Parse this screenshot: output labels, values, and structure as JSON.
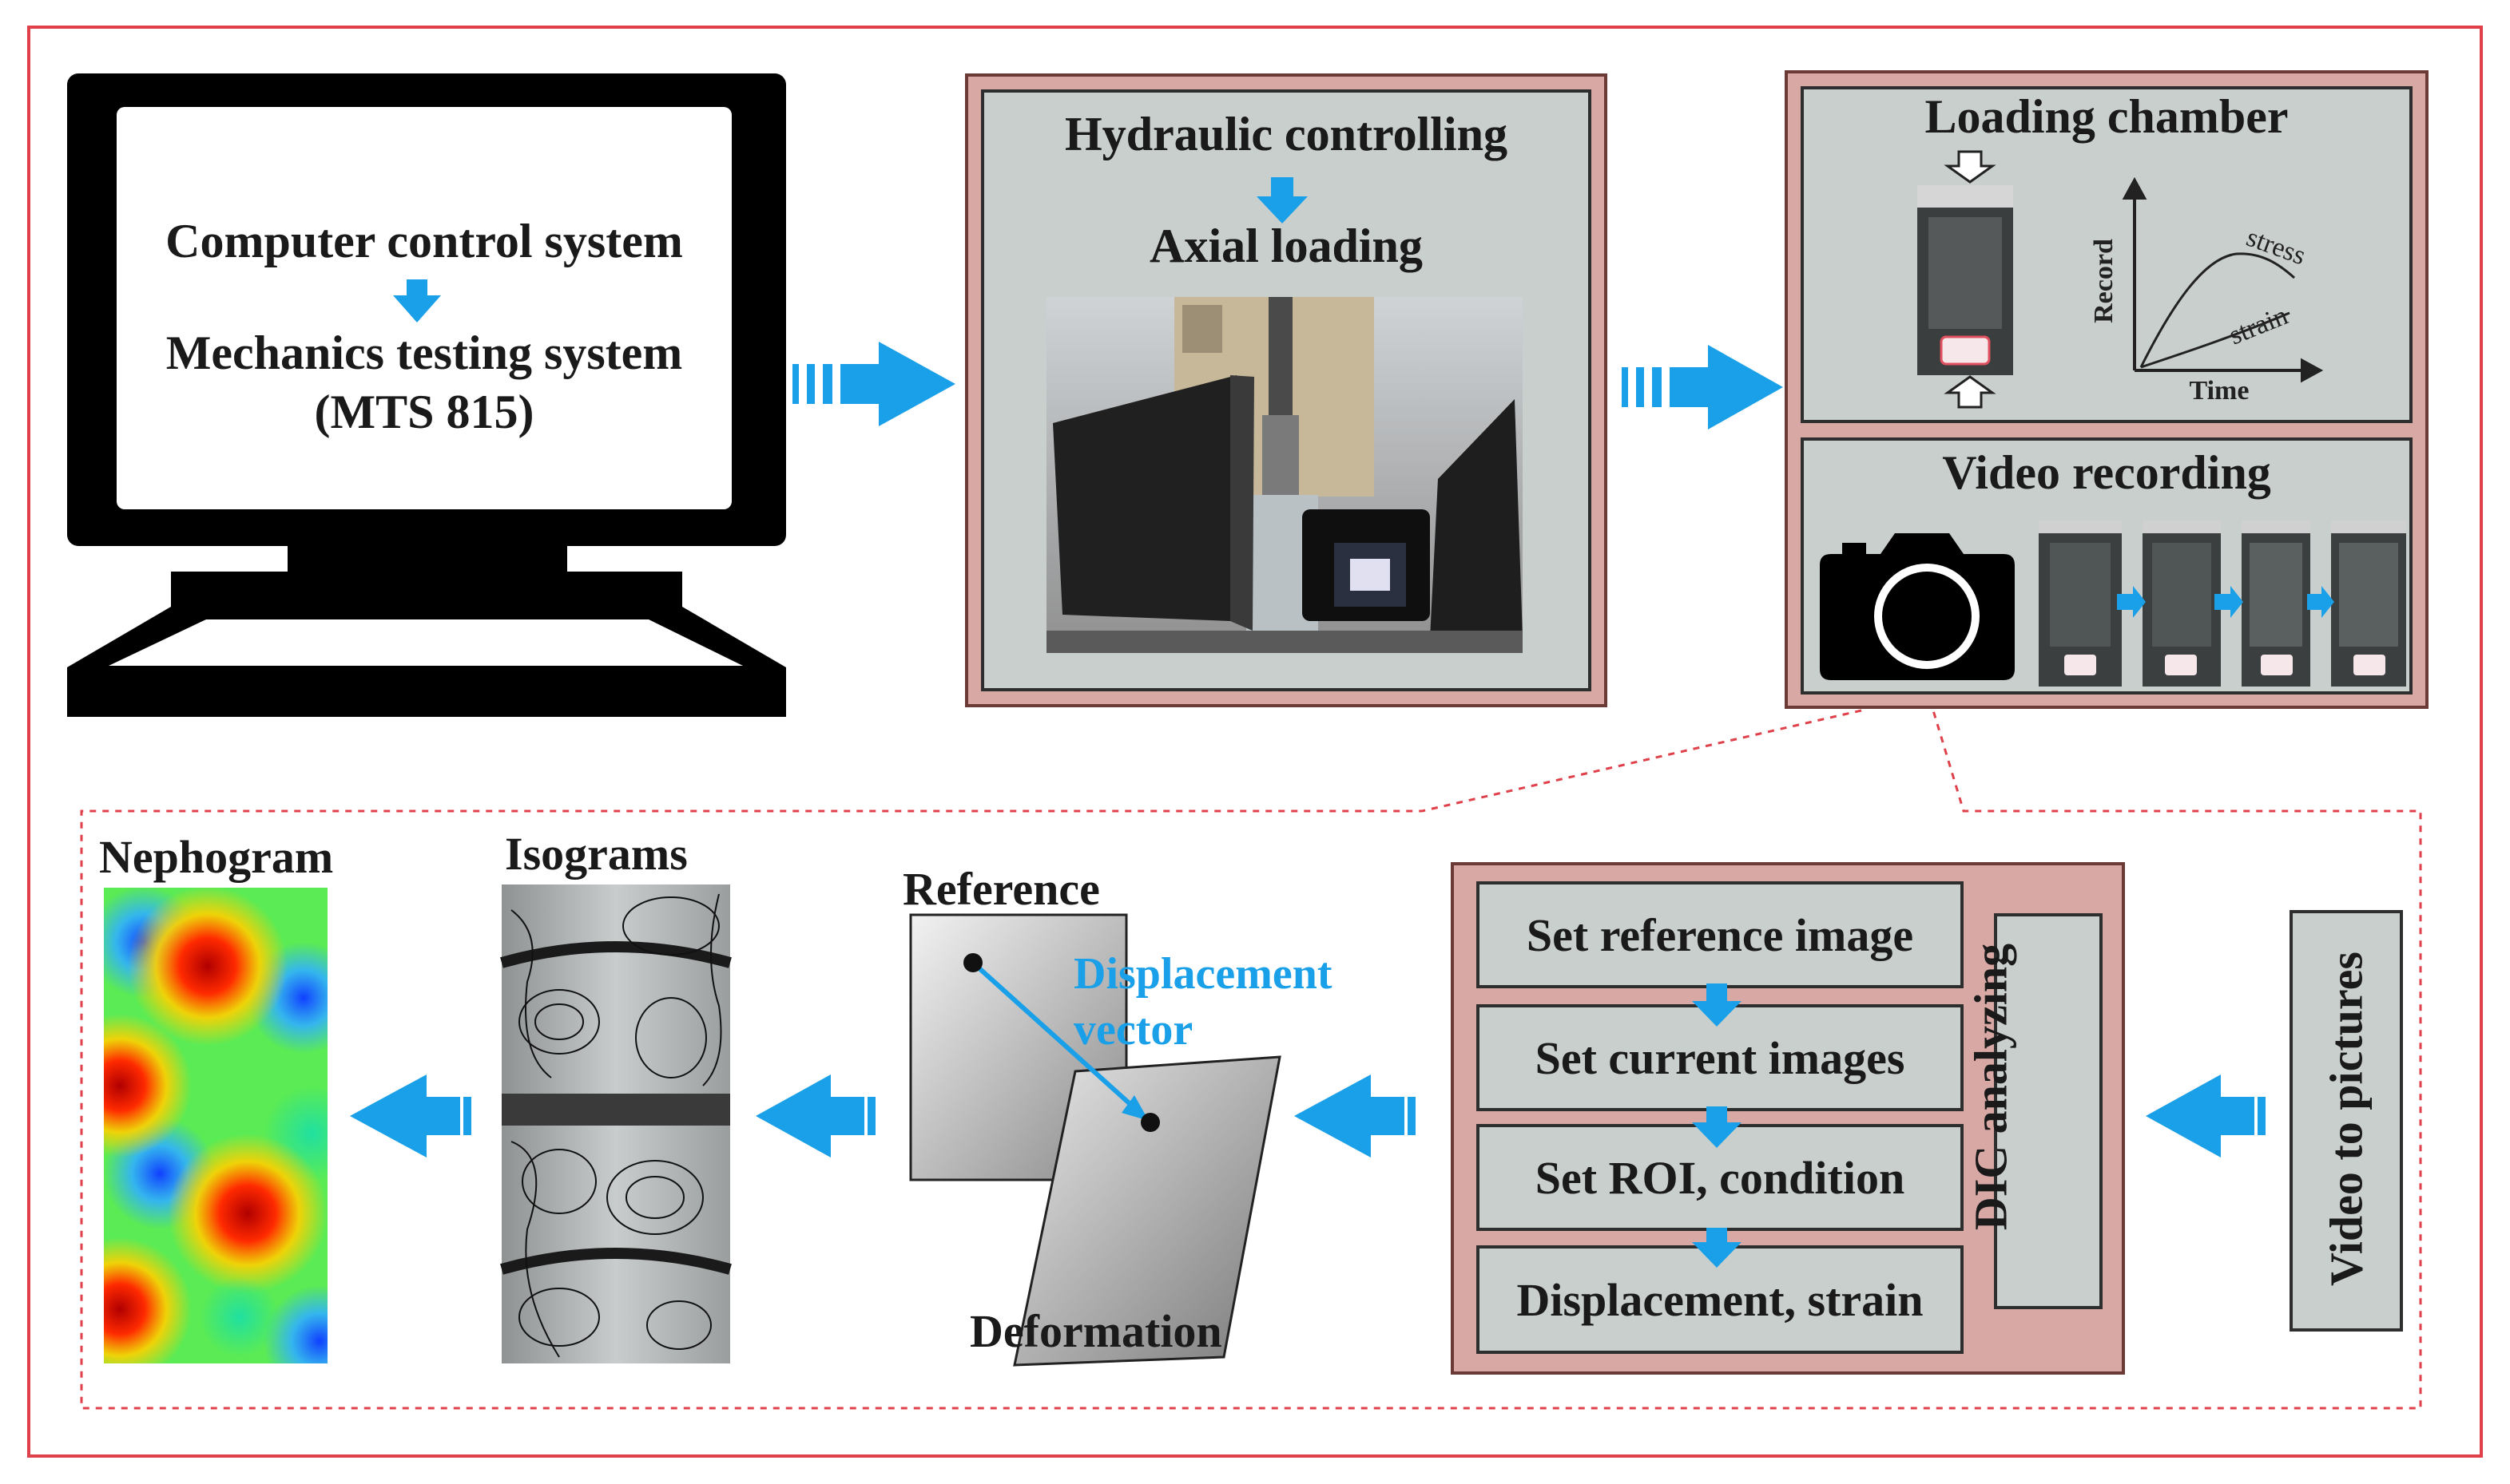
{
  "computer": {
    "line1": "Computer control system",
    "line2": "Mechanics testing system",
    "line3": "(MTS  815)"
  },
  "hydraulic": {
    "title": "Hydraulic controlling",
    "subtitle": "Axial loading"
  },
  "chamber": {
    "title": "Loading chamber",
    "graph_ylabel": "Record",
    "graph_xlabel": "Time",
    "curve_stress": "stress",
    "curve_strain": "strain"
  },
  "video": {
    "title": "Video recording"
  },
  "bottom": {
    "nephogram": "Nephogram",
    "isograms": "Isograms",
    "reference": "Reference",
    "deformation": "Deformation",
    "displacement_line1": "Displacement",
    "displacement_line2": "vector"
  },
  "dic": {
    "steps": [
      "Set reference image",
      "Set current images",
      "Set ROI, condition",
      "Displacement, strain"
    ],
    "side_label": "DIC analyzing"
  },
  "video_to_pictures": "Video to pictures",
  "colors": {
    "outer_border": "#e0404a",
    "arrow_blue": "#1aa0e8",
    "panel_pink": "#d8a8a4",
    "panel_gray": "#c9cfcd"
  }
}
